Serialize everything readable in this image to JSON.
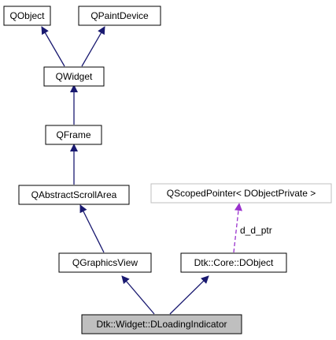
{
  "nodes": {
    "qobject": "QObject",
    "qpaintdevice": "QPaintDevice",
    "qwidget": "QWidget",
    "qframe": "QFrame",
    "qabstractscrollarea": "QAbstractScrollArea",
    "qscopedpointer": "QScopedPointer< DObjectPrivate >",
    "qgraphicsview": "QGraphicsView",
    "dobject": "Dtk::Core::DObject",
    "dloadingindicator": "Dtk::Widget::DLoadingIndicator"
  },
  "edge_labels": {
    "d_d_ptr": "d_d_ptr"
  },
  "colors": {
    "inheritance_edge": "#191970",
    "usage_edge": "#9a32cd",
    "node_border": "#000000",
    "external_node_border": "#bfbfbf",
    "focus_node_fill": "#bfbfbf"
  }
}
